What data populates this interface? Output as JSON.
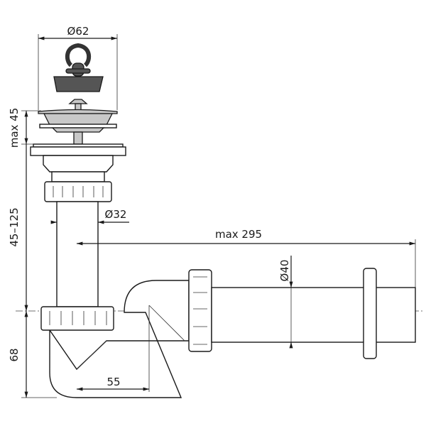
{
  "drawing": {
    "dimensions": {
      "top_diameter": "Ø62",
      "flange_height": "max 45",
      "inlet_length": "45–125",
      "inlet_diameter": "Ø32",
      "outlet_length": "max 295",
      "outlet_diameter": "Ø40",
      "trap_height": "68",
      "trap_offset": "55"
    }
  }
}
